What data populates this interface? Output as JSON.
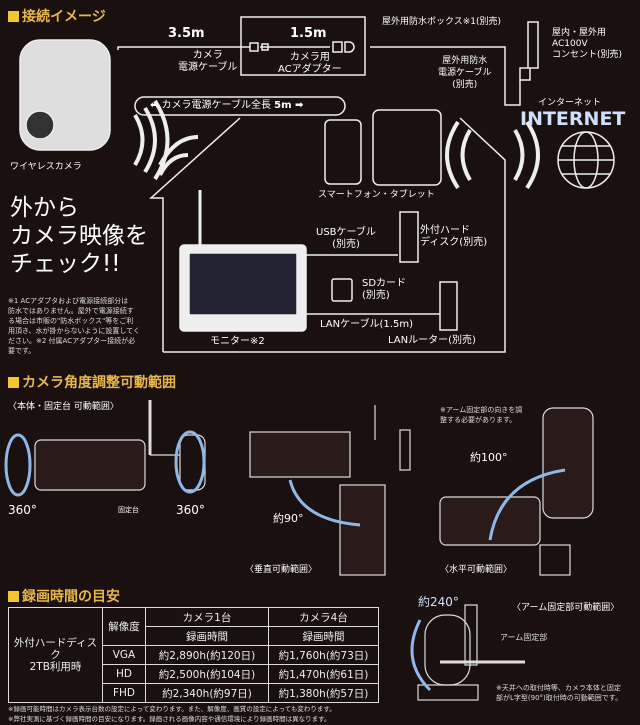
{
  "connection": {
    "heading": "接続イメージ",
    "cam_cable_len": "3.5m",
    "cam_cable": [
      "カメラ",
      "電源ケーブル"
    ],
    "adapter_len": "1.5m",
    "adapter": [
      "カメラ用",
      "ACアダプター"
    ],
    "waterproof_box": "屋外用防水ボックス※1(別売)",
    "outlet": [
      "屋内・屋外用",
      "AC100V",
      "コンセント(別売)"
    ],
    "waterproof_cable": [
      "屋外用防水",
      "電源ケーブル",
      "(別売)"
    ],
    "total_length_label": "⬅ カメラ電源ケーブル全長",
    "total_length": "5m ➡",
    "internet_kana": "インターネット",
    "internet": "INTERNET",
    "camera": "ワイヤレスカメラ",
    "smartphone_tablet": "スマートフォン・タブレット",
    "usb_cable": [
      "USBケーブル",
      "(別売)"
    ],
    "hdd": [
      "外付ハード",
      "ディスク(別売)"
    ],
    "sd_card": [
      "SDカード",
      "(別売)"
    ],
    "lan_cable": "LANケーブル(1.5m)",
    "lan_router": "LANルーター(別売)",
    "monitor": "モニター※2",
    "catch": [
      "外から",
      "カメラ映像を",
      "チェック!!"
    ],
    "footnote": [
      "※1 ACアダプタおよび電源接続部分は",
      "防水ではありません。屋外で電源接続す",
      "る場合は市販の\"防水ボックス\"等をご利",
      "用頂き、水が掛からないように設置してく",
      "ださい。※2 付属ACアダプター接続が必",
      "要です。"
    ]
  },
  "angle": {
    "heading": "カメラ角度調整可動範囲",
    "body_mount": "〈本体・固定台 可動範囲〉",
    "deg1": "360°",
    "deg2": "360°",
    "mount": "固定台",
    "vertical": "〈垂直可動範囲〉",
    "vertical_deg": "約90°",
    "horizontal": "〈水平可動範囲〉",
    "horizontal_deg": "約100°",
    "horizontal_note": [
      "※アーム固定部の向きを調",
      "整する必要があります。"
    ]
  },
  "recording": {
    "heading": "録画時間の目安",
    "row_header": [
      "外付ハードディスク",
      "2TB利用時"
    ],
    "resolution": "解像度",
    "cols": [
      "カメラ1台",
      "カメラ4台"
    ],
    "sub": "録画時間",
    "rows": [
      {
        "res": "VGA",
        "c1": "約2,890h(約120日)",
        "c4": "約1,760h(約73日)"
      },
      {
        "res": "HD",
        "c1": "約2,500h(約104日)",
        "c4": "約1,470h(約61日)"
      },
      {
        "res": "FHD",
        "c1": "約2,340h(約97日)",
        "c4": "約1,380h(約57日)"
      }
    ],
    "notes": [
      "※録画可能時間はカメラ表示台数の設定によって変わります。また、解像度、画質の設定によっても変わります。",
      "※弊社実測に基づく録画時間の目安になります。録画される画像内容や通信環境により録画時間は異なります。"
    ],
    "arm_title": "〈アーム固定部可動範囲〉",
    "arm_deg": "約240°",
    "arm_part": "アーム固定部",
    "arm_note": [
      "※天井への取付時等、カメラ本体と固定",
      "部がL字型(90°)取付時の可動範囲です。"
    ]
  },
  "colors": {
    "accent": "#f2c531",
    "arrow": "#8fb8e8",
    "bg": "#1b1010"
  }
}
